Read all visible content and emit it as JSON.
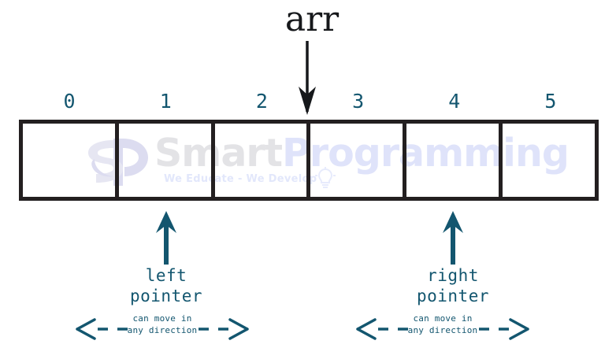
{
  "diagram": {
    "title": "arr",
    "pointer_color": "#13566f",
    "array_color": "#231f20",
    "indices": [
      "0",
      "1",
      "2",
      "3",
      "4",
      "5"
    ],
    "cells": [
      "",
      "",
      "",
      "",
      "",
      ""
    ],
    "pointers": [
      {
        "id": "left",
        "label_line1": "left",
        "label_line2": "pointer",
        "index": "1",
        "hint_line1": "can move in",
        "hint_line2": "any direction"
      },
      {
        "id": "right",
        "label_line1": "right",
        "label_line2": "pointer",
        "index": "4",
        "hint_line1": "can move in",
        "hint_line2": "any direction"
      }
    ]
  },
  "watermark": {
    "brand_part1": "Smart",
    "brand_part2": "Programming",
    "tagline": "We Educate - We Develop"
  }
}
